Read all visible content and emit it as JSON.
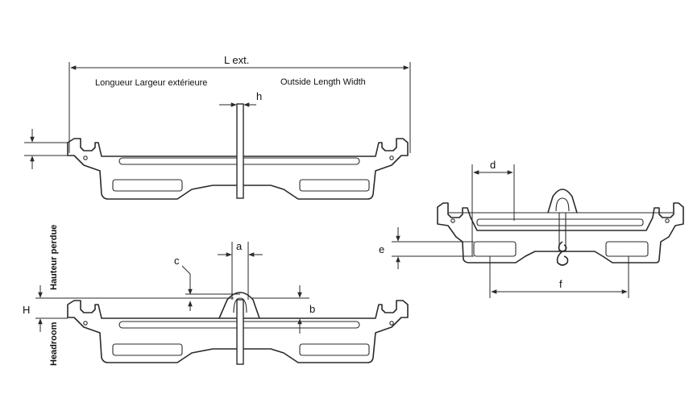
{
  "labels": {
    "l_ext": "L ext.",
    "longueur": "Longueur Largeur extérieure",
    "outside": "Outside Length Width",
    "h": "h",
    "a": "a",
    "b": "b",
    "c": "c",
    "H": "H",
    "hauteur": "Hauteur perdue",
    "headroom": "Headroom",
    "d": "d",
    "e": "e",
    "f": "f"
  }
}
